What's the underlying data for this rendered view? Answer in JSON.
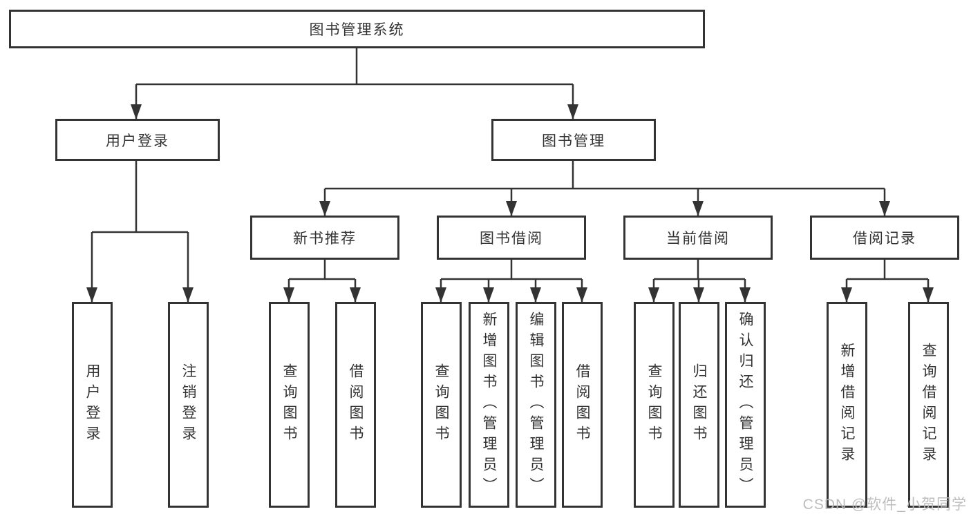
{
  "diagram": {
    "type": "hierarchy-tree",
    "title": "图书管理系统",
    "colors": {
      "line": "#333333",
      "box_border": "#333333",
      "text": "#333333",
      "background": "#ffffff",
      "watermark": "#b9b9b9"
    },
    "nodes": {
      "root": "图书管理系统",
      "user_login": "用户登录",
      "book_mgmt": "图书管理",
      "new_book_rec": "新书推荐",
      "book_borrow": "图书借阅",
      "current_borrow": "当前借阅",
      "borrow_records": "借阅记录",
      "ul_user_login": "用户登录",
      "ul_logout": "注销登录",
      "nr_query_book": "查询图书",
      "nr_borrow_book": "借阅图书",
      "bb_query_book": "查询图书",
      "bb_add_book": "新增图书（管理员）",
      "bb_edit_book": "编辑图书（管理员）",
      "bb_borrow_book": "借阅图书",
      "cb_query_book": "查询图书",
      "cb_return_book": "归还图书",
      "cb_confirm_return": "确认归还（管理员）",
      "br_add_record": "新增借阅记录",
      "br_query_record": "查询借阅记录"
    },
    "hierarchy": {
      "图书管理系统": {
        "用户登录": [
          "用户登录",
          "注销登录"
        ],
        "图书管理": {
          "新书推荐": [
            "查询图书",
            "借阅图书"
          ],
          "图书借阅": [
            "查询图书",
            "新增图书（管理员）",
            "编辑图书（管理员）",
            "借阅图书"
          ],
          "当前借阅": [
            "查询图书",
            "归还图书",
            "确认归还（管理员）"
          ],
          "借阅记录": [
            "新增借阅记录",
            "查询借阅记录"
          ]
        }
      }
    }
  },
  "watermark": {
    "text": "CSDN @软件_小贺同学"
  }
}
